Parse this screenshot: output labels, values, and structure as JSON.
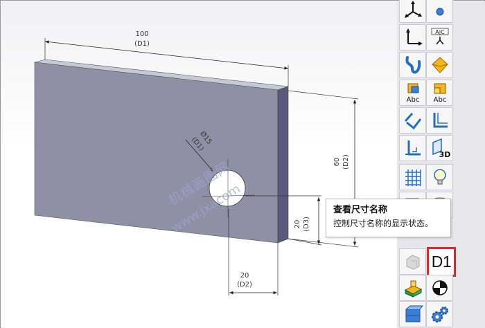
{
  "dimensions": {
    "width": {
      "value": "100",
      "name": "(D1)"
    },
    "hole_dia": {
      "value": "Ø15",
      "name": "(D1)"
    },
    "height": {
      "value": "60",
      "name": "(D2)"
    },
    "hole_y": {
      "value": "20",
      "name": "(D3)"
    },
    "hole_x": {
      "value": "20",
      "name": "(D2)"
    }
  },
  "watermark": {
    "cn": "机械画图网",
    "url": "www.jxacom"
  },
  "toolbar": {
    "buttons": [
      {
        "icon": "triad-icon"
      },
      {
        "icon": "point-icon"
      },
      {
        "icon": "coordinate-system-icon"
      },
      {
        "icon": "abc-label-icon"
      },
      {
        "icon": "curve-icon"
      },
      {
        "icon": "surface-icon"
      },
      {
        "icon": "part-annotation-icon"
      },
      {
        "icon": "assembly-annotation-icon"
      },
      {
        "icon": "angle-dimension-icon"
      },
      {
        "icon": "sketch-corner-icon"
      },
      {
        "icon": "plane-icon"
      },
      {
        "icon": "3d-sketch-icon"
      },
      {
        "icon": "grid-icon"
      },
      {
        "icon": "lightbulb-icon"
      },
      {
        "icon": "hidden-body-icon"
      },
      {
        "icon": "cylinder-icon"
      },
      {
        "icon": "display-shape-icon"
      },
      {
        "icon": "dimension-names-icon"
      },
      {
        "icon": "feature-box-icon"
      },
      {
        "icon": "center-of-mass-icon"
      },
      {
        "icon": "assembly-box-icon"
      },
      {
        "icon": "settings-gears-icon"
      }
    ],
    "d1_label": "D1"
  },
  "tooltip": {
    "title": "查看尺寸名称",
    "description": "控制尺寸名称的显示状态。"
  },
  "colors": {
    "part_face": "#8f90a6",
    "part_side": "#58597c",
    "part_top": "#c8c9d6",
    "highlight": "#e8232a"
  }
}
